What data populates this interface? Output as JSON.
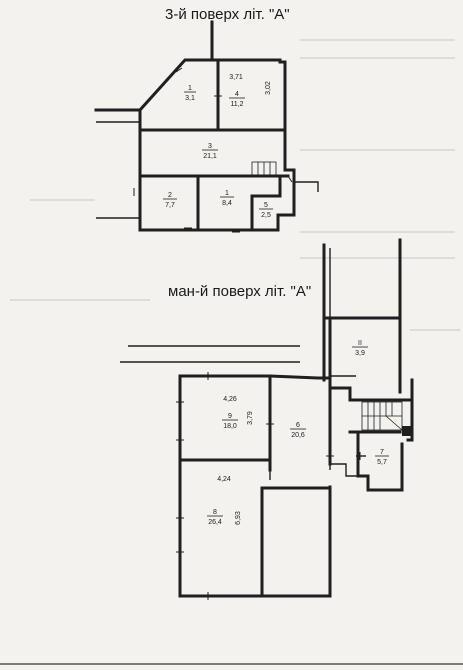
{
  "plans": {
    "upper": {
      "title": "3-й поверх літ. \"А\"",
      "rooms": [
        {
          "num": "1",
          "area": "3,1"
        },
        {
          "num": "4",
          "area": "11,2",
          "dim_top": "3,71",
          "dim_side": "3,02"
        },
        {
          "num": "3",
          "area": "21,1"
        },
        {
          "num": "2",
          "area": "7,7"
        },
        {
          "num": "1",
          "area": "8,4"
        },
        {
          "num": "5",
          "area": "2,5"
        }
      ]
    },
    "lower": {
      "title": "ман-й поверх літ. \"А\"",
      "rooms": [
        {
          "num": "II",
          "area": "3,9"
        },
        {
          "num": "9",
          "area": "18,0",
          "dim_top": "4,26",
          "dim_side": "3,79"
        },
        {
          "num": "6",
          "area": "20,6"
        },
        {
          "num": "7",
          "area": "5,7"
        },
        {
          "num": "8",
          "area": "26,4",
          "dim_top": "4,24",
          "dim_side": "6,93"
        }
      ]
    }
  }
}
